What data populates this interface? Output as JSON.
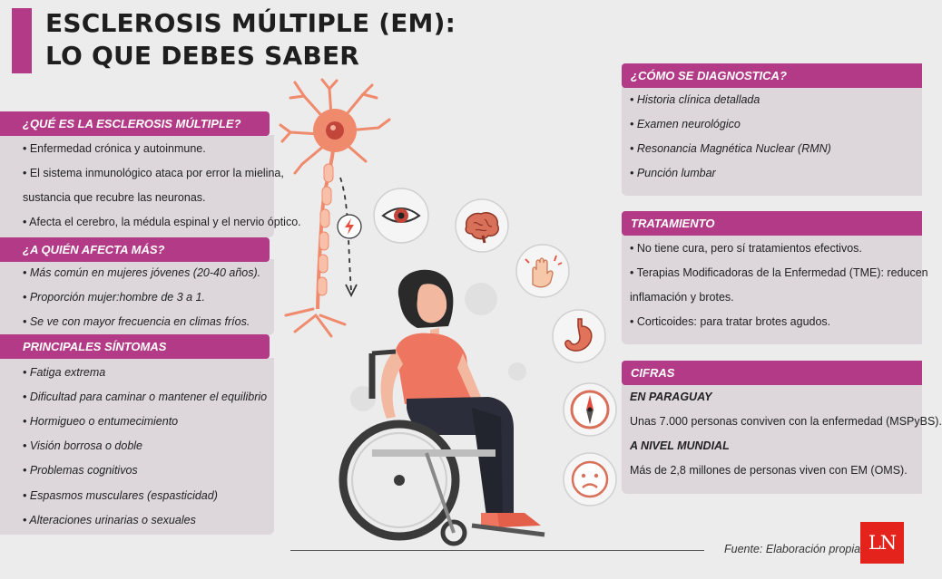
{
  "header": {
    "title_line1": "ESCLEROSIS MÚLTIPLE (EM):",
    "title_line2": "LO QUE DEBES SABER"
  },
  "sections": {
    "que_es": {
      "title": "¿QUÉ ES LA ESCLEROSIS MÚLTIPLE?",
      "items": [
        "• Enfermedad crónica y autoinmune.",
        "• El sistema inmunológico ataca por error la mielina,",
        "sustancia que recubre las neuronas.",
        "• Afecta el cerebro, la médula espinal y el nervio óptico."
      ]
    },
    "a_quien": {
      "title": "¿A QUIÉN AFECTA MÁS?",
      "items": [
        "• Más común en mujeres jóvenes (20-40 años).",
        "• Proporción mujer:hombre de 3 a 1.",
        "• Se ve con mayor frecuencia en climas fríos."
      ]
    },
    "sintomas": {
      "title": "PRINCIPALES SÍNTOMAS",
      "items": [
        "• Fatiga extrema",
        "• Dificultad para caminar o mantener el equilibrio",
        "• Hormigueo o entumecimiento",
        "• Visión borrosa o doble",
        "• Problemas cognitivos",
        "• Espasmos musculares (espasticidad)",
        "• Alteraciones urinarias o sexuales"
      ]
    },
    "diagnostico": {
      "title": "¿CÓMO SE DIAGNOSTICA?",
      "items": [
        "• Historia clínica detallada",
        "• Examen neurológico",
        "• Resonancia Magnética Nuclear (RMN)",
        "• Punción lumbar"
      ]
    },
    "tratamiento": {
      "title": "TRATAMIENTO",
      "items": [
        "• No tiene cura, pero sí tratamientos efectivos.",
        "• Terapias Modificadoras de la Enfermedad (TME): reducen",
        "inflamación y brotes.",
        "• Corticoides: para tratar brotes agudos."
      ]
    },
    "cifras": {
      "title": "CIFRAS",
      "paraguay_label": "EN PARAGUAY",
      "paraguay_text": "Unas 7.000 personas conviven con la enfermedad (MSPyBS).",
      "mundial_label": "A NIVEL MUNDIAL",
      "mundial_text": "Más de 2,8 millones de personas viven con EM (OMS)."
    }
  },
  "footer": {
    "source": "Fuente: Elaboración propia",
    "logo_text": "LN"
  },
  "icons": [
    "neuron-icon",
    "lightning-icon",
    "eye-icon",
    "brain-icon",
    "hand-tingling-icon",
    "stomach-icon",
    "compass-icon",
    "sad-face-icon",
    "wheelchair-woman-illustration"
  ],
  "colors": {
    "accent": "#b23a86",
    "panel": "#ddd6db",
    "background": "#ececec",
    "logo": "#e3231c",
    "neuron": "#f08a6c"
  }
}
